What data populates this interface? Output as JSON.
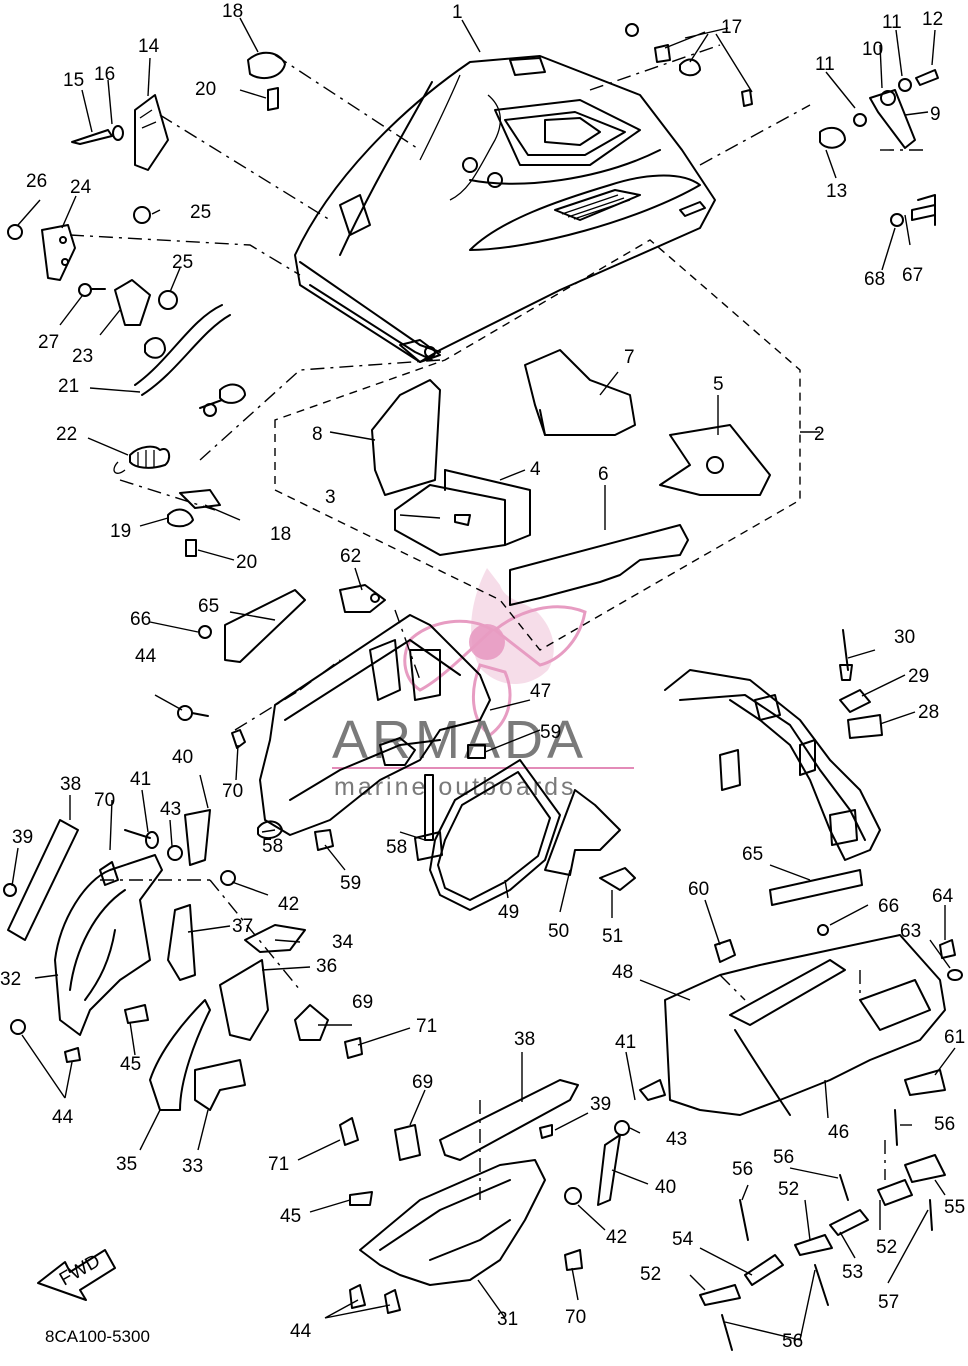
{
  "diagram": {
    "part_code": "8CA100-5300",
    "direction_label": "FWD",
    "watermark": {
      "brand": "ARMADA",
      "tagline": "marine outboards",
      "accent_color": "#e38bb8",
      "text_color": "#7a7a7a"
    },
    "callouts": [
      {
        "id": "c1",
        "label": "1"
      },
      {
        "id": "c2",
        "label": "2"
      },
      {
        "id": "c3",
        "label": "3"
      },
      {
        "id": "c4",
        "label": "4"
      },
      {
        "id": "c5",
        "label": "5"
      },
      {
        "id": "c6",
        "label": "6"
      },
      {
        "id": "c7",
        "label": "7"
      },
      {
        "id": "c8",
        "label": "8"
      },
      {
        "id": "c9",
        "label": "9"
      },
      {
        "id": "c10",
        "label": "10"
      },
      {
        "id": "c11a",
        "label": "11"
      },
      {
        "id": "c11b",
        "label": "11"
      },
      {
        "id": "c12",
        "label": "12"
      },
      {
        "id": "c13",
        "label": "13"
      },
      {
        "id": "c14",
        "label": "14"
      },
      {
        "id": "c15",
        "label": "15"
      },
      {
        "id": "c16",
        "label": "16"
      },
      {
        "id": "c17",
        "label": "17"
      },
      {
        "id": "c18a",
        "label": "18"
      },
      {
        "id": "c18b",
        "label": "18"
      },
      {
        "id": "c19",
        "label": "19"
      },
      {
        "id": "c20a",
        "label": "20"
      },
      {
        "id": "c20b",
        "label": "20"
      },
      {
        "id": "c21",
        "label": "21"
      },
      {
        "id": "c22",
        "label": "22"
      },
      {
        "id": "c23",
        "label": "23"
      },
      {
        "id": "c24",
        "label": "24"
      },
      {
        "id": "c25a",
        "label": "25"
      },
      {
        "id": "c25b",
        "label": "25"
      },
      {
        "id": "c26",
        "label": "26"
      },
      {
        "id": "c27",
        "label": "27"
      },
      {
        "id": "c28",
        "label": "28"
      },
      {
        "id": "c29",
        "label": "29"
      },
      {
        "id": "c30",
        "label": "30"
      },
      {
        "id": "c31",
        "label": "31"
      },
      {
        "id": "c32",
        "label": "32"
      },
      {
        "id": "c33",
        "label": "33"
      },
      {
        "id": "c34",
        "label": "34"
      },
      {
        "id": "c35",
        "label": "35"
      },
      {
        "id": "c36",
        "label": "36"
      },
      {
        "id": "c37",
        "label": "37"
      },
      {
        "id": "c38a",
        "label": "38"
      },
      {
        "id": "c38b",
        "label": "38"
      },
      {
        "id": "c39a",
        "label": "39"
      },
      {
        "id": "c39b",
        "label": "39"
      },
      {
        "id": "c40a",
        "label": "40"
      },
      {
        "id": "c40b",
        "label": "40"
      },
      {
        "id": "c41a",
        "label": "41"
      },
      {
        "id": "c41b",
        "label": "41"
      },
      {
        "id": "c42a",
        "label": "42"
      },
      {
        "id": "c42b",
        "label": "42"
      },
      {
        "id": "c43a",
        "label": "43"
      },
      {
        "id": "c43b",
        "label": "43"
      },
      {
        "id": "c44a",
        "label": "44"
      },
      {
        "id": "c44b",
        "label": "44"
      },
      {
        "id": "c44c",
        "label": "44"
      },
      {
        "id": "c45a",
        "label": "45"
      },
      {
        "id": "c45b",
        "label": "45"
      },
      {
        "id": "c46",
        "label": "46"
      },
      {
        "id": "c47",
        "label": "47"
      },
      {
        "id": "c48",
        "label": "48"
      },
      {
        "id": "c49",
        "label": "49"
      },
      {
        "id": "c50",
        "label": "50"
      },
      {
        "id": "c51",
        "label": "51"
      },
      {
        "id": "c52a",
        "label": "52"
      },
      {
        "id": "c52b",
        "label": "52"
      },
      {
        "id": "c52c",
        "label": "52"
      },
      {
        "id": "c53",
        "label": "53"
      },
      {
        "id": "c54",
        "label": "54"
      },
      {
        "id": "c55",
        "label": "55"
      },
      {
        "id": "c56a",
        "label": "56"
      },
      {
        "id": "c56b",
        "label": "56"
      },
      {
        "id": "c56c",
        "label": "56"
      },
      {
        "id": "c56d",
        "label": "56"
      },
      {
        "id": "c57",
        "label": "57"
      },
      {
        "id": "c58a",
        "label": "58"
      },
      {
        "id": "c58b",
        "label": "58"
      },
      {
        "id": "c59a",
        "label": "59"
      },
      {
        "id": "c59b",
        "label": "59"
      },
      {
        "id": "c60",
        "label": "60"
      },
      {
        "id": "c61",
        "label": "61"
      },
      {
        "id": "c62",
        "label": "62"
      },
      {
        "id": "c63",
        "label": "63"
      },
      {
        "id": "c64",
        "label": "64"
      },
      {
        "id": "c65a",
        "label": "65"
      },
      {
        "id": "c65b",
        "label": "65"
      },
      {
        "id": "c66a",
        "label": "66"
      },
      {
        "id": "c66b",
        "label": "66"
      },
      {
        "id": "c67",
        "label": "67"
      },
      {
        "id": "c68",
        "label": "68"
      },
      {
        "id": "c69a",
        "label": "69"
      },
      {
        "id": "c69b",
        "label": "69"
      },
      {
        "id": "c70a",
        "label": "70"
      },
      {
        "id": "c70b",
        "label": "70"
      },
      {
        "id": "c70c",
        "label": "70"
      },
      {
        "id": "c71a",
        "label": "71"
      },
      {
        "id": "c71b",
        "label": "71"
      }
    ]
  }
}
